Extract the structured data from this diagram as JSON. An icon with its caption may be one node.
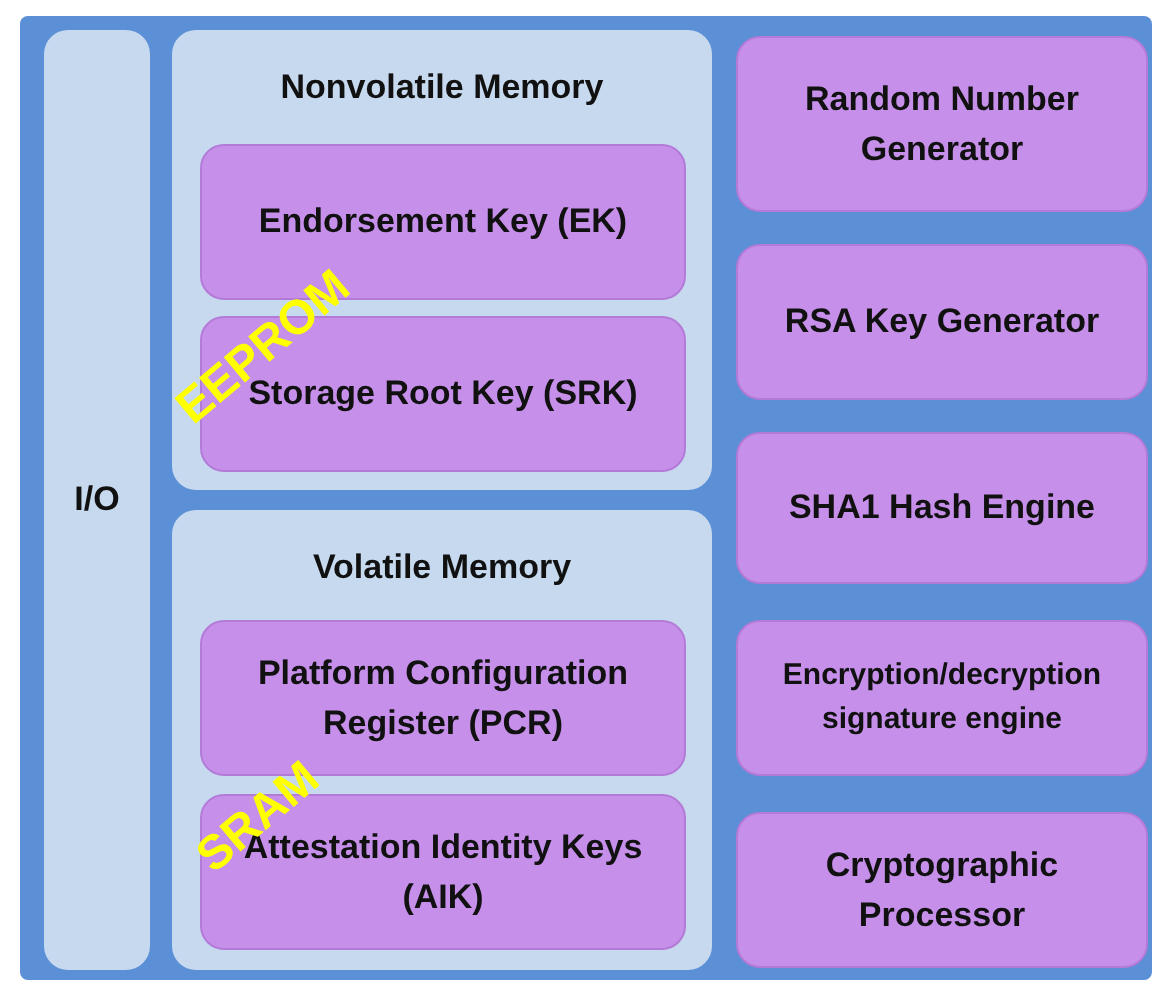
{
  "diagram": {
    "nodes": [
      {
        "text": [],
        "shape": "box"
      },
      {
        "text": [
          "I/O"
        ],
        "in": 0
      },
      {
        "text": [
          "Nonvolatile Memory"
        ],
        "in": 0
      },
      {
        "text": [
          "Endorsement Key (EK)"
        ],
        "in": 2
      },
      {
        "text": [
          "Storage Root Key (SRK)"
        ],
        "in": 2
      },
      {
        "text": [
          "Volatile Memory"
        ],
        "in": 0
      },
      {
        "text": [
          "Platform Configuration Register (PCR)"
        ],
        "in": 5
      },
      {
        "text": [
          "Attestation Identity Keys (AIK)"
        ],
        "in": 5
      },
      {
        "text": [
          "Random Number Generator"
        ],
        "in": 0
      },
      {
        "text": [
          "RSA Key Generator"
        ],
        "in": 0
      },
      {
        "text": [
          "SHA1 Hash Engine"
        ],
        "in": 0
      },
      {
        "text": [
          "Encryption/decryption signature engine"
        ],
        "in": 0
      },
      {
        "text": [
          "Cryptographic Processor"
        ],
        "in": 0
      }
    ],
    "edges": [],
    "labels": [
      "EEPROM",
      "SRAM"
    ]
  }
}
